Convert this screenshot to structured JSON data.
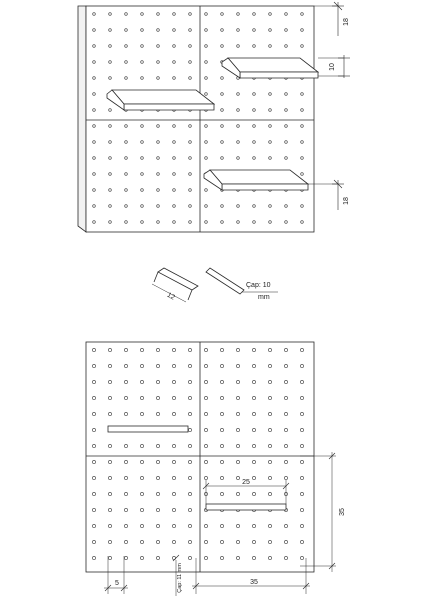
{
  "top_view": {
    "dim_top_right": "18",
    "dim_shelf_thickness": "10",
    "dim_bottom_right": "18"
  },
  "accessories": {
    "bracket_dim": "12",
    "peg_label_line1": "Çap: 10",
    "peg_label_line2": "mm"
  },
  "front_view": {
    "dim_shelf_width": "25",
    "dim_vertical": "35",
    "dim_hole_spacing": "5",
    "dim_horizontal": "35",
    "hole_label": "Çap: 11 mm"
  },
  "colors": {
    "line": "#2a2a2a",
    "hole": "#333333",
    "board_fill": "#ffffff"
  }
}
